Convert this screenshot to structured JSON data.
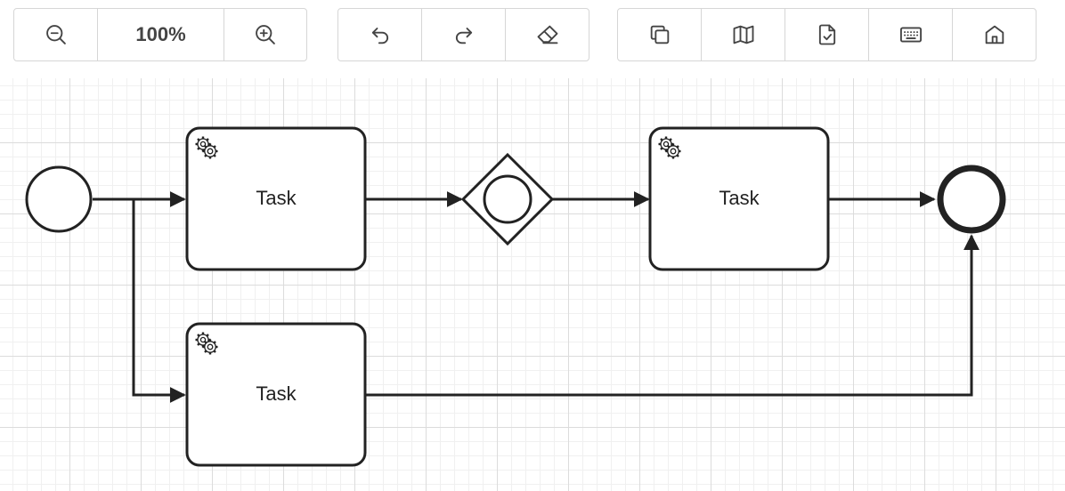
{
  "toolbar": {
    "zoom_level": "100%",
    "zoom_group": [
      {
        "name": "zoom-out-button",
        "icon": "zoom-out-icon"
      },
      {
        "name": "zoom-level-button",
        "icon": ""
      },
      {
        "name": "zoom-in-button",
        "icon": "zoom-in-icon"
      }
    ],
    "edit_group": [
      {
        "name": "undo-button",
        "icon": "undo-icon"
      },
      {
        "name": "redo-button",
        "icon": "redo-icon"
      },
      {
        "name": "erase-button",
        "icon": "eraser-icon"
      }
    ],
    "tools_group": [
      {
        "name": "copy-button",
        "icon": "copy-icon"
      },
      {
        "name": "minimap-button",
        "icon": "map-icon"
      },
      {
        "name": "validate-button",
        "icon": "file-check-icon"
      },
      {
        "name": "keyboard-button",
        "icon": "keyboard-icon"
      },
      {
        "name": "home-button",
        "icon": "home-icon"
      }
    ]
  },
  "diagram": {
    "tasks": [
      {
        "id": "task-1",
        "label": "Task",
        "type": "service-task"
      },
      {
        "id": "task-2",
        "label": "Task",
        "type": "service-task"
      },
      {
        "id": "task-3",
        "label": "Task",
        "type": "service-task"
      }
    ],
    "events": [
      {
        "id": "start-event",
        "type": "start"
      },
      {
        "id": "end-event",
        "type": "end"
      }
    ],
    "gateways": [
      {
        "id": "gateway-1",
        "type": "event-based"
      }
    ]
  },
  "colors": {
    "stroke": "#222222",
    "grid_major": "#dcdcdc",
    "grid_minor": "#f0f0f0",
    "toolbar_border": "#d6d6d6",
    "icon": "#444444"
  }
}
